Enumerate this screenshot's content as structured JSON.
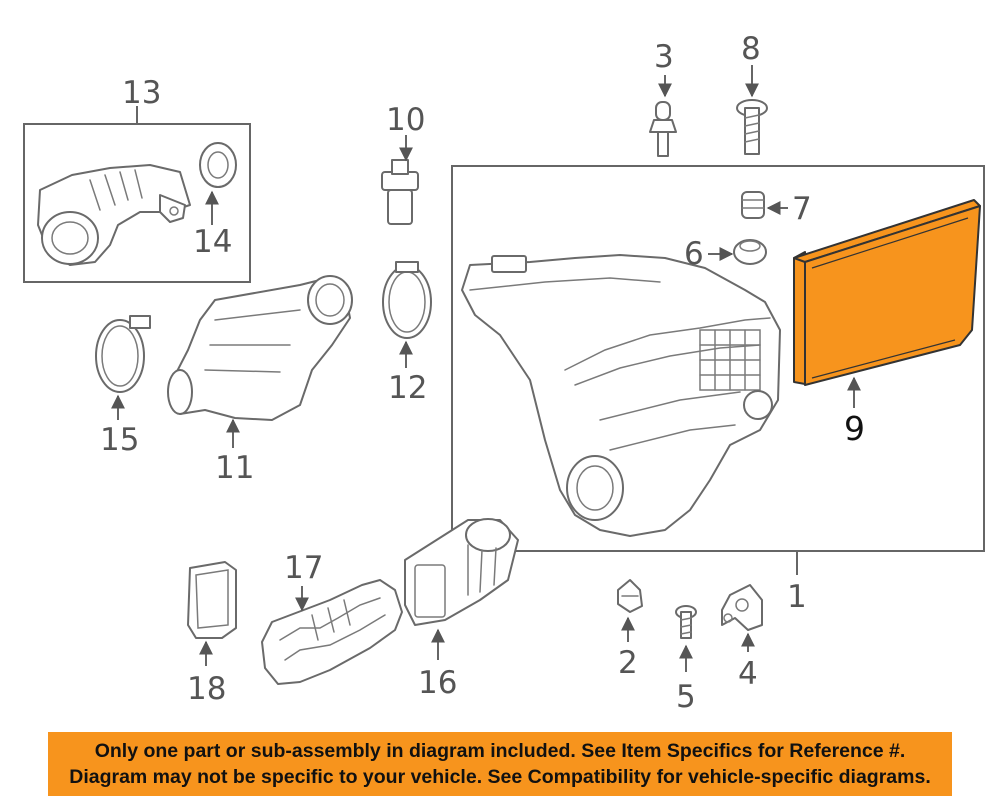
{
  "callouts": [
    {
      "id": "1",
      "label": "1"
    },
    {
      "id": "2",
      "label": "2"
    },
    {
      "id": "3",
      "label": "3"
    },
    {
      "id": "4",
      "label": "4"
    },
    {
      "id": "5",
      "label": "5"
    },
    {
      "id": "6",
      "label": "6"
    },
    {
      "id": "7",
      "label": "7"
    },
    {
      "id": "8",
      "label": "8"
    },
    {
      "id": "9",
      "label": "9"
    },
    {
      "id": "10",
      "label": "10"
    },
    {
      "id": "11",
      "label": "11"
    },
    {
      "id": "12",
      "label": "12"
    },
    {
      "id": "13",
      "label": "13"
    },
    {
      "id": "14",
      "label": "14"
    },
    {
      "id": "15",
      "label": "15"
    },
    {
      "id": "16",
      "label": "16"
    },
    {
      "id": "17",
      "label": "17"
    },
    {
      "id": "18",
      "label": "18"
    }
  ],
  "highlight_color": "#f7941d",
  "highlighted_part": "9",
  "banner": {
    "line1": "Only one part or sub-assembly in diagram included. See Item Specifics for Reference #.",
    "line2": "Diagram may not be specific to your vehicle. See Compatibility for vehicle-specific diagrams."
  }
}
